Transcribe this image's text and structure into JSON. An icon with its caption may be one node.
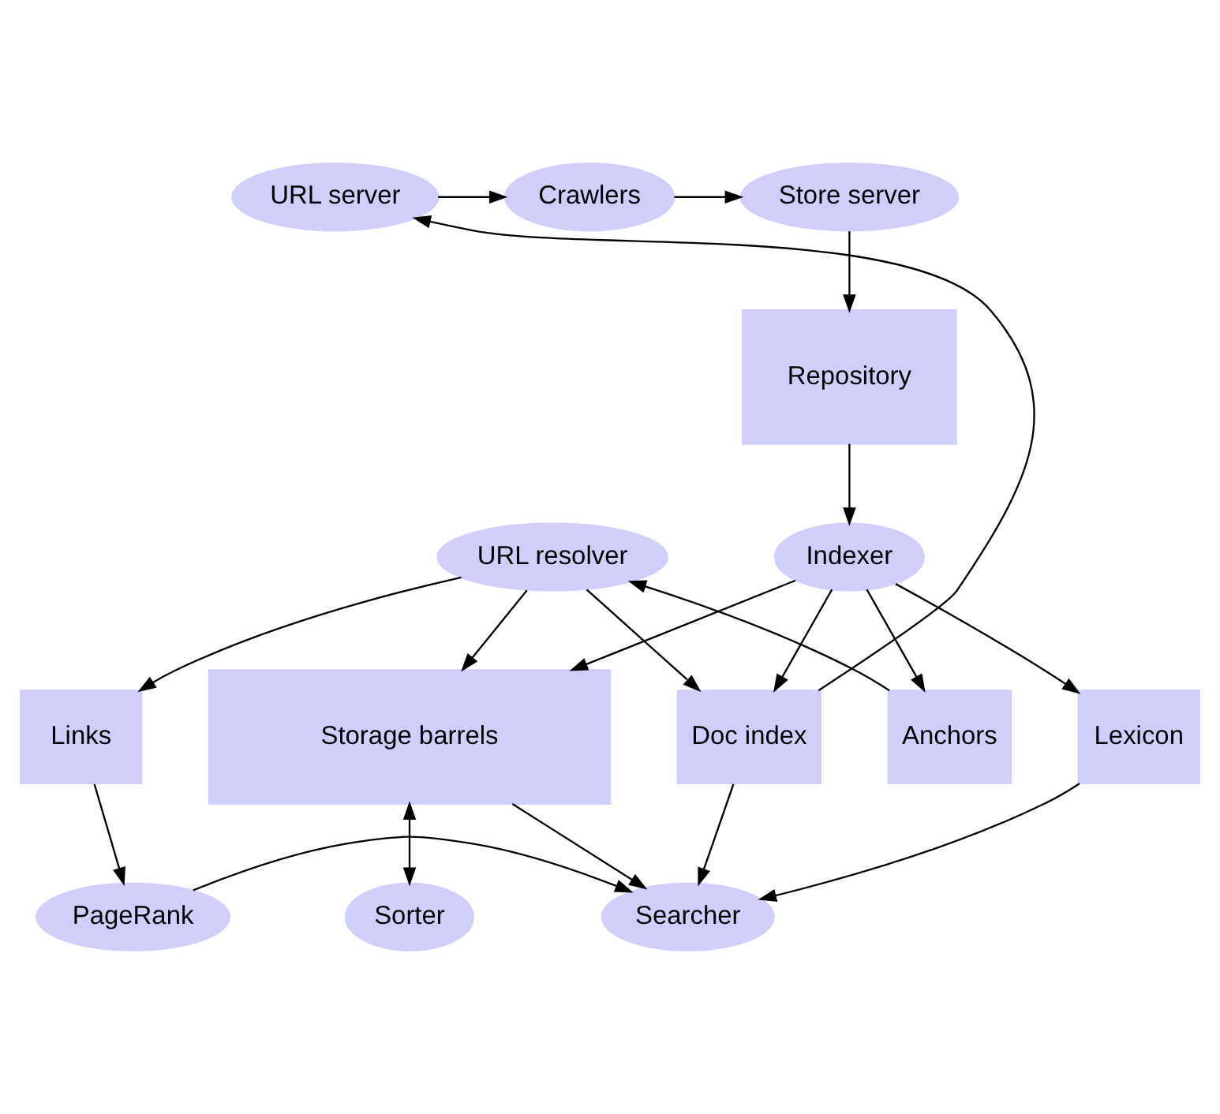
{
  "diagram": {
    "nodes": [
      {
        "text": [
          "URL server"
        ]
      },
      {
        "text": [
          "Crawlers"
        ]
      },
      {
        "text": [
          "Store server"
        ]
      },
      {
        "text": [
          "Repository"
        ]
      },
      {
        "text": [
          "Anchors"
        ]
      },
      {
        "text": [
          "URL resolver"
        ]
      },
      {
        "text": [
          "Indexer"
        ]
      },
      {
        "text": [
          "Links"
        ]
      },
      {
        "text": [
          "Doc index"
        ]
      },
      {
        "text": [
          "Storage barrels"
        ]
      },
      {
        "text": [
          "Lexicon"
        ]
      },
      {
        "text": [
          "Sorter"
        ]
      },
      {
        "text": [
          "PageRank"
        ]
      },
      {
        "text": [
          "Searcher"
        ]
      }
    ],
    "edges": [
      {
        "from": 0,
        "to": 1,
        "arrow": "to"
      },
      {
        "from": 1,
        "to": 2,
        "arrow": "to"
      },
      {
        "from": 2,
        "to": 3,
        "arrow": "to"
      },
      {
        "from": 3,
        "to": 6,
        "arrow": "to"
      },
      {
        "from": 6,
        "to": 4,
        "arrow": "to"
      },
      {
        "from": 4,
        "to": 5,
        "arrow": "to"
      },
      {
        "from": 5,
        "to": 7,
        "arrow": "to"
      },
      {
        "from": 5,
        "to": 8,
        "arrow": "to"
      },
      {
        "from": 5,
        "to": 9,
        "arrow": "to"
      },
      {
        "from": 6,
        "to": 8,
        "arrow": "to"
      },
      {
        "from": 6,
        "to": 9,
        "arrow": "to"
      },
      {
        "from": 6,
        "to": 10,
        "arrow": "to"
      },
      {
        "from": 8,
        "to": 0,
        "arrow": "to"
      },
      {
        "from": 9,
        "to": 11,
        "arrow": "both"
      },
      {
        "from": 7,
        "to": 12,
        "arrow": "to"
      },
      {
        "from": 8,
        "to": 13,
        "arrow": "to"
      },
      {
        "from": 9,
        "to": 13,
        "arrow": "to"
      },
      {
        "from": 10,
        "to": 13,
        "arrow": "to"
      },
      {
        "from": 12,
        "to": 13,
        "arrow": "to"
      }
    ]
  }
}
